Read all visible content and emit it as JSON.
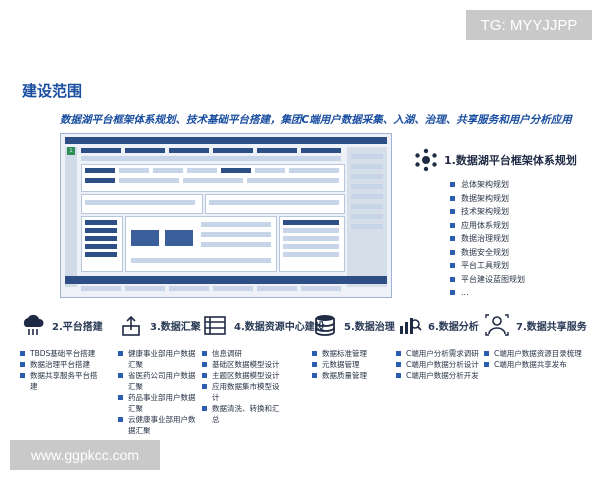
{
  "watermark_top": "TG: MYYJJPP",
  "watermark_bottom": "www.ggpkcc.com",
  "section_title": "建设范围",
  "subtitle": "数据湖平台框架体系规划、技术基础平台搭建，集团C端用户数据采集、入湖、治理、共享服务和用户分析应用",
  "architecture": {
    "title": "1.数据湖平台框架体系规划",
    "items": [
      "总体架构规划",
      "数据架构规划",
      "技术架构规划",
      "应用体系规划",
      "数据治理规划",
      "数据安全规划",
      "平台工具规划",
      "平台建设蓝图规划",
      "..."
    ]
  },
  "columns": [
    {
      "title": "2.平台搭建",
      "icon": "cloud-platform-icon",
      "items": [
        "TBDS基础平台搭建",
        "数据治理平台搭建",
        "数据共享服务平台搭建"
      ]
    },
    {
      "title": "3.数据汇聚",
      "icon": "data-upload-icon",
      "items": [
        "健康事业部用户数据汇聚",
        "省医药公司用户数据汇聚",
        "药品事业部用户数据汇聚",
        "云健康事业部用户数据汇聚"
      ]
    },
    {
      "title": "4.数据资源中心建设",
      "icon": "resource-list-icon",
      "items": [
        "信息调研",
        "基础区数据模型设计",
        "主题区数据模型设计",
        "应用数据集市模型设计",
        "数据清洗、转换和汇总"
      ]
    },
    {
      "title": "5.数据治理",
      "icon": "database-icon",
      "items": [
        "数据标准管理",
        "元数据管理",
        "数据质量管理"
      ]
    },
    {
      "title": "6.数据分析",
      "icon": "analytics-chart-icon",
      "items": [
        "C端用户分析需求调研",
        "C端用户数据分析设计",
        "C端用户数据分析开发"
      ]
    },
    {
      "title": "7.数据共享服务",
      "icon": "user-share-icon",
      "items": [
        "C端用户数据资源目录梳理",
        "C端用户数据共享发布"
      ]
    }
  ],
  "colors": {
    "accent": "#1a4ea0",
    "diagram_dark": "#2d4f86",
    "bullet": "#2a5db0",
    "badge_green": "#2e9a4f"
  }
}
